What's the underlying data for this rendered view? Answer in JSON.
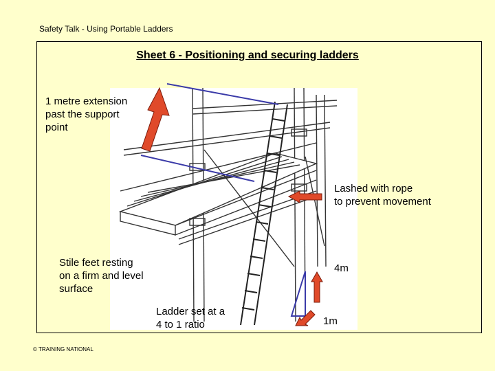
{
  "header": {
    "title": "Safety Talk - Using Portable Ladders"
  },
  "sheet": {
    "title": "Sheet 6 - Positioning and securing ladders"
  },
  "labels": {
    "extension": [
      "1 metre extension",
      "past the support",
      "point"
    ],
    "lashed": [
      "Lashed with rope",
      "to prevent movement"
    ],
    "stile": [
      "Stile feet resting",
      "on a firm and level",
      "surface"
    ],
    "ratio": [
      "Ladder set at a",
      "4 to 1 ratio"
    ],
    "height": "4m",
    "base": "1m"
  },
  "footer": {
    "copyright": "© TRAINING NATIONAL"
  },
  "colors": {
    "background": "#ffffcc",
    "arrow_fill": "#e04a2a",
    "arrow_outline": "#7a1a0a",
    "guide_line": "#3a3aa8",
    "drawing": "#333333"
  }
}
